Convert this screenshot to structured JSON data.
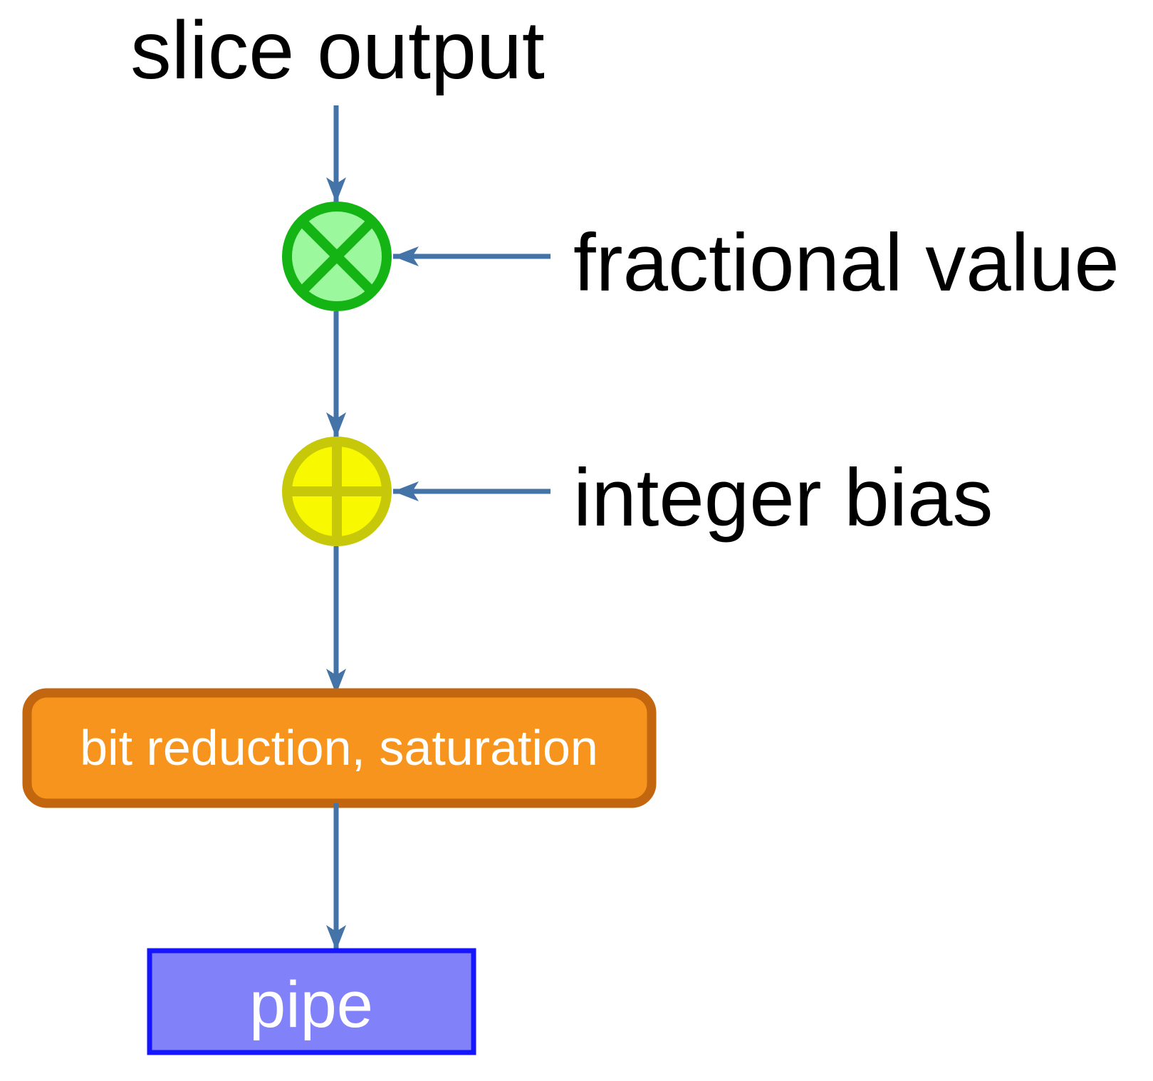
{
  "diagram": {
    "title": "slice output",
    "nodes": {
      "multiply": {
        "icon": "multiply-circle-icon",
        "operator": "multiply",
        "input_label": "fractional value"
      },
      "add": {
        "icon": "plus-circle-icon",
        "operator": "add",
        "input_label": "integer bias"
      },
      "bit_reduction": {
        "label": "bit reduction, saturation"
      },
      "pipe": {
        "label": "pipe"
      }
    },
    "colors": {
      "arrow": "#4473a8",
      "multiply_fill": "#9cf89c",
      "multiply_stroke": "#15b415",
      "add_fill": "#f8f800",
      "add_stroke": "#c8c80a",
      "bit_reduction_fill": "#f7941e",
      "bit_reduction_stroke": "#c2670f",
      "bit_reduction_text": "#ffffff",
      "pipe_fill": "#8181fa",
      "pipe_stroke": "#1515ff",
      "pipe_text": "#ffffff",
      "label_text": "#000000"
    }
  }
}
